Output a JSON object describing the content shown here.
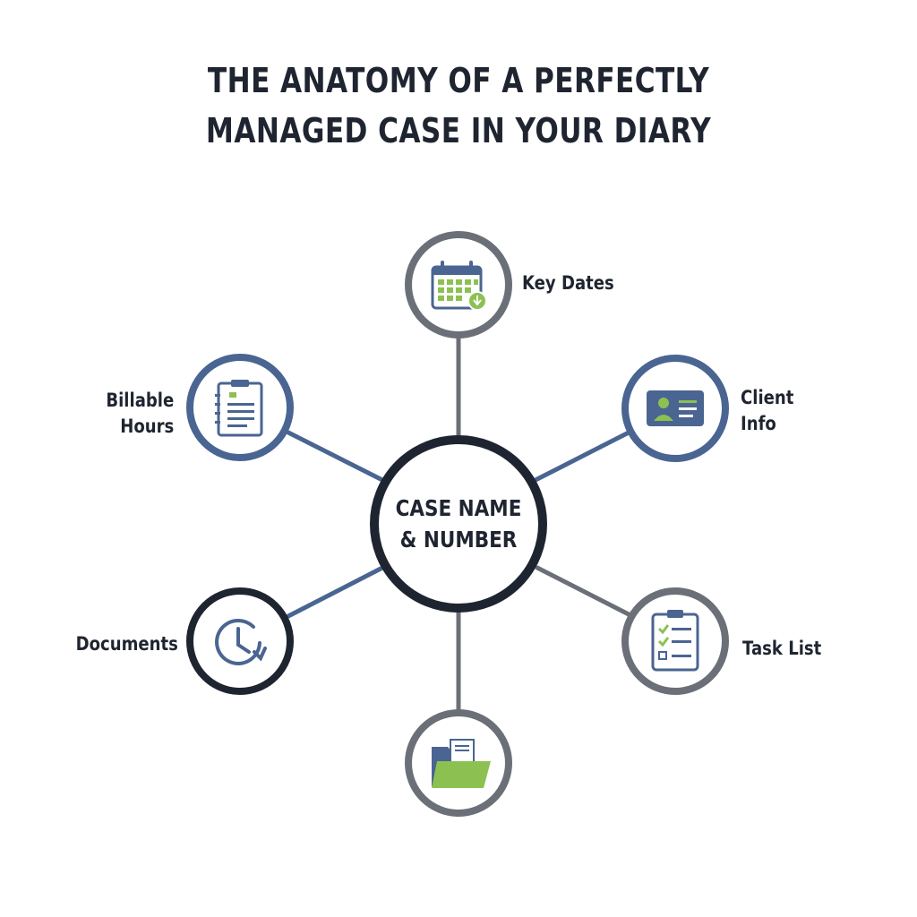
{
  "title": {
    "line1": "THE ANATOMY OF A PERFECTLY",
    "line2": "MANAGED CASE IN YOUR DIARY"
  },
  "center": {
    "line1": "CASE NAME",
    "line2": "& NUMBER"
  },
  "nodes": [
    {
      "id": "key-dates",
      "label_lines": [
        "Key Dates"
      ],
      "icon": "calendar-icon",
      "ring_color": "#6b6f77"
    },
    {
      "id": "client-info",
      "label_lines": [
        "Client",
        "Info"
      ],
      "icon": "id-card-icon",
      "ring_color": "#4a6591"
    },
    {
      "id": "task-list",
      "label_lines": [
        "Task List"
      ],
      "icon": "checklist-icon",
      "ring_color": "#6b6f77"
    },
    {
      "id": "folder",
      "label_lines": [],
      "icon": "folder-icon",
      "ring_color": "#6b6f77"
    },
    {
      "id": "documents",
      "label_lines": [
        "Documents"
      ],
      "icon": "clock-icon",
      "ring_color": "#1f2530"
    },
    {
      "id": "billable-hours",
      "label_lines": [
        "Billable",
        "Hours"
      ],
      "icon": "clipboard-icon",
      "ring_color": "#4a6591"
    }
  ],
  "colors": {
    "dark": "#1f2530",
    "navy": "#4a6591",
    "gray": "#6b6f77",
    "accent_green": "#8cc152"
  }
}
